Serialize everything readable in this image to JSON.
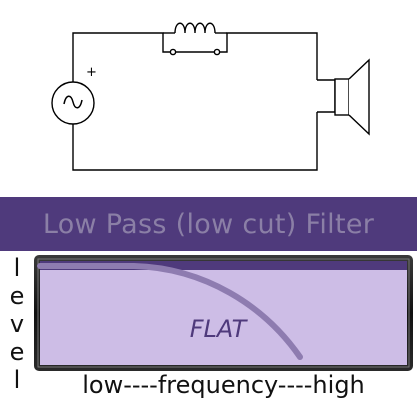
{
  "diagram": {
    "source_polarity": "+",
    "source_symbol": "~",
    "components": [
      "ac-source",
      "inductor",
      "speaker"
    ]
  },
  "title": "Low Pass (low cut) Filter",
  "graph": {
    "response_label": "FLAT",
    "y_axis_letters": [
      "l",
      "e",
      "v",
      "e",
      "l"
    ],
    "x_axis_label": "low----frequency----high"
  },
  "colors": {
    "title_band": "#4f3a7c",
    "title_text": "#8b7fa6",
    "graph_fill": "#cdbde6",
    "graph_frame": "#000000",
    "curve": "#8e7cb0",
    "flat_text": "#4f3a7c"
  }
}
